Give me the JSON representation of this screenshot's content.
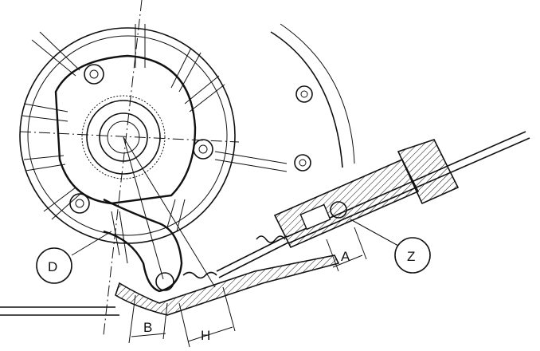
{
  "labels": {
    "D": "D",
    "Z": "Z",
    "A": "A",
    "B": "B",
    "H": "H"
  },
  "colors": {
    "ink": "#111111",
    "paper": "#ffffff"
  }
}
